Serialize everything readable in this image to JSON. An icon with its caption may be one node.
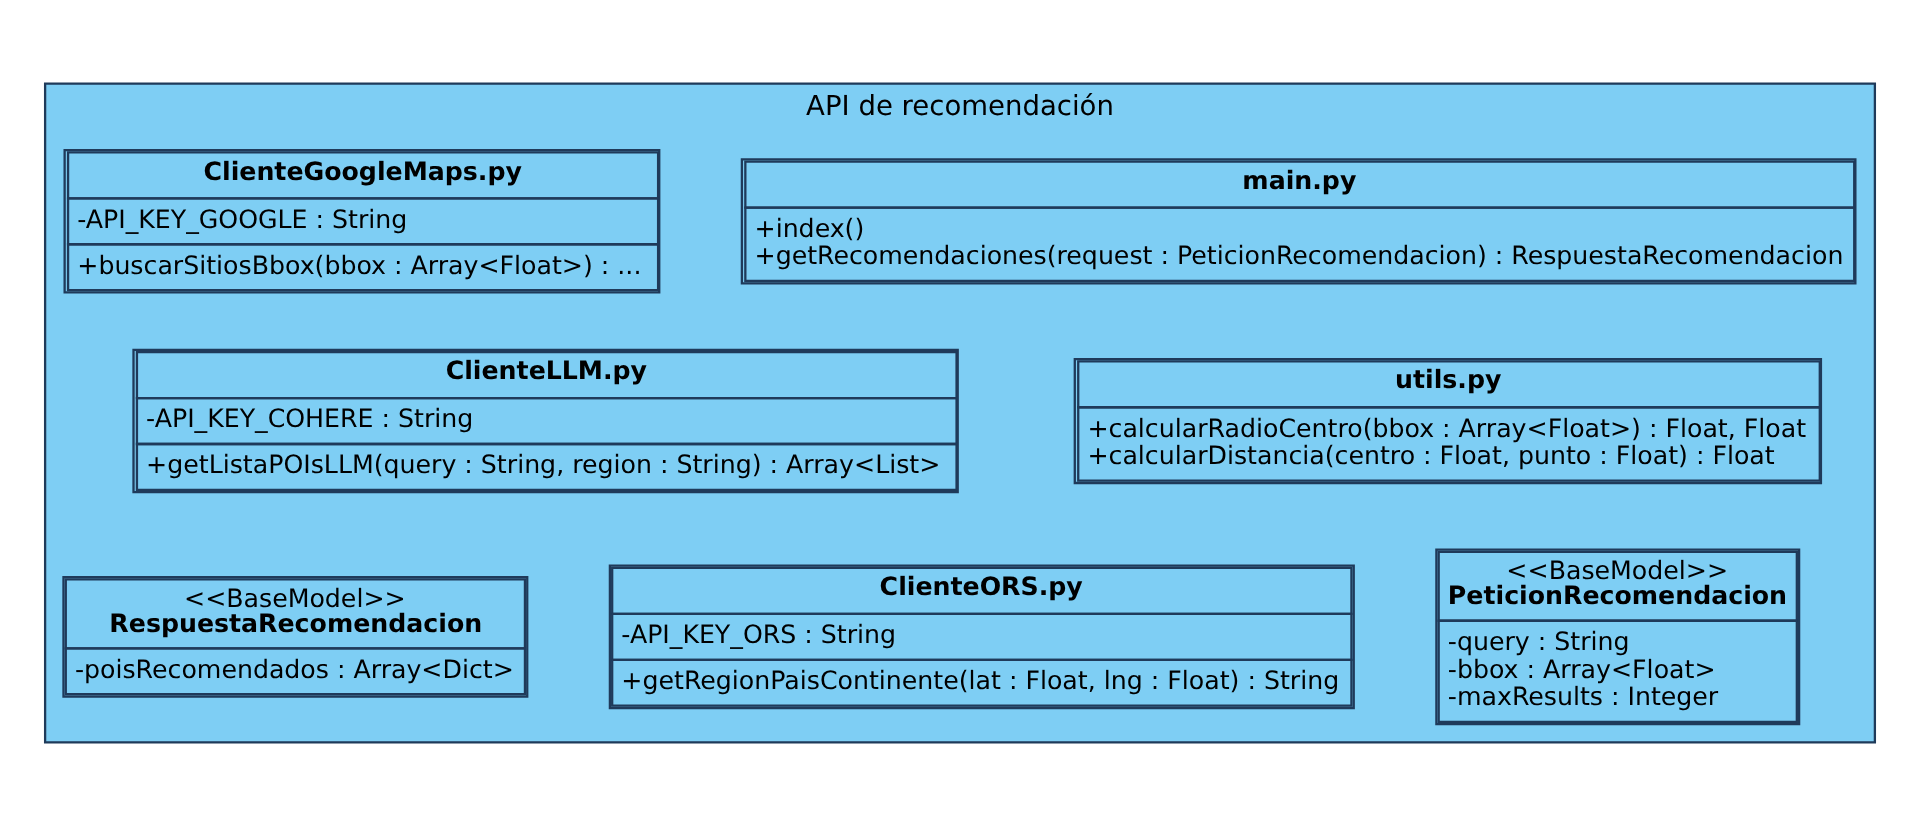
{
  "diagram": {
    "nodes": [
      {
        "text": [
          "API de recomendación"
        ]
      },
      {
        "text": [
          "main.py",
          "+index()",
          "+getRecomendaciones(request : PeticionRecomendacion) : RespuestaRecomendacion"
        ],
        "in": 0
      },
      {
        "text": [
          "ClienteGoogleMaps.py",
          "-API_KEY_GOOGLE : String",
          "+buscarSitiosBbox(bbox : Array<Float>) : ..."
        ],
        "in": 0
      },
      {
        "text": [
          "utils.py",
          "+calcularRadioCentro(bbox : Array<Float>) : Float, Float",
          "+calcularDistancia(centro : Float, punto : Float) : Float"
        ],
        "in": 0
      },
      {
        "text": [
          "ClienteLLM.py",
          "-API_KEY_COHERE : String",
          "+getListaPOIsLLM(query : String, region : String) : Array<List>"
        ],
        "in": 0
      },
      {
        "text": [
          "<<BaseModel>>",
          "PeticionRecomendacion",
          "-query : String",
          "-bbox : Array<Float>",
          "-maxResults : Integer"
        ],
        "in": 0
      },
      {
        "text": [
          "<<BaseModel>>",
          "RespuestaRecomendacion",
          "-poisRecomendados : Array<Dict>"
        ],
        "in": 0
      },
      {
        "text": [
          "ClienteORS.py",
          "-API_KEY_ORS : String",
          "+getRegionPaisContinente(lat : Float, lng : Float) : String"
        ],
        "in": 0
      }
    ],
    "edges": []
  }
}
